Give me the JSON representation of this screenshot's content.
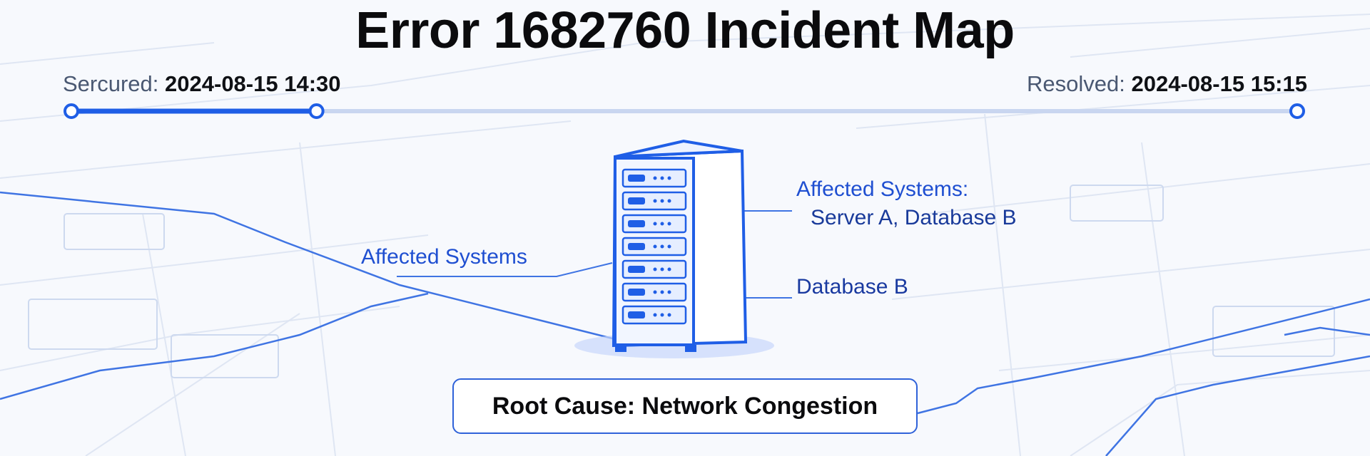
{
  "title": "Error 1682760 Incident Map",
  "timeline": {
    "start": {
      "label": "Sercured:",
      "value": "2024-08-15 14:30"
    },
    "end": {
      "label": "Resolved:",
      "value": "2024-08-15 15:15"
    },
    "progress": 0.2
  },
  "callouts": {
    "affected_left": "Affected Systems",
    "affected_right_label": "Affected Systems:",
    "affected_right_value": "Server A, Database B",
    "database": "Database B"
  },
  "root_cause": "Root Cause: Network Congestion",
  "colors": {
    "accent": "#1f5ee6",
    "title": "#0b0b0d",
    "background": "#f7f9fd"
  },
  "icons": [
    "server-rack-icon"
  ]
}
